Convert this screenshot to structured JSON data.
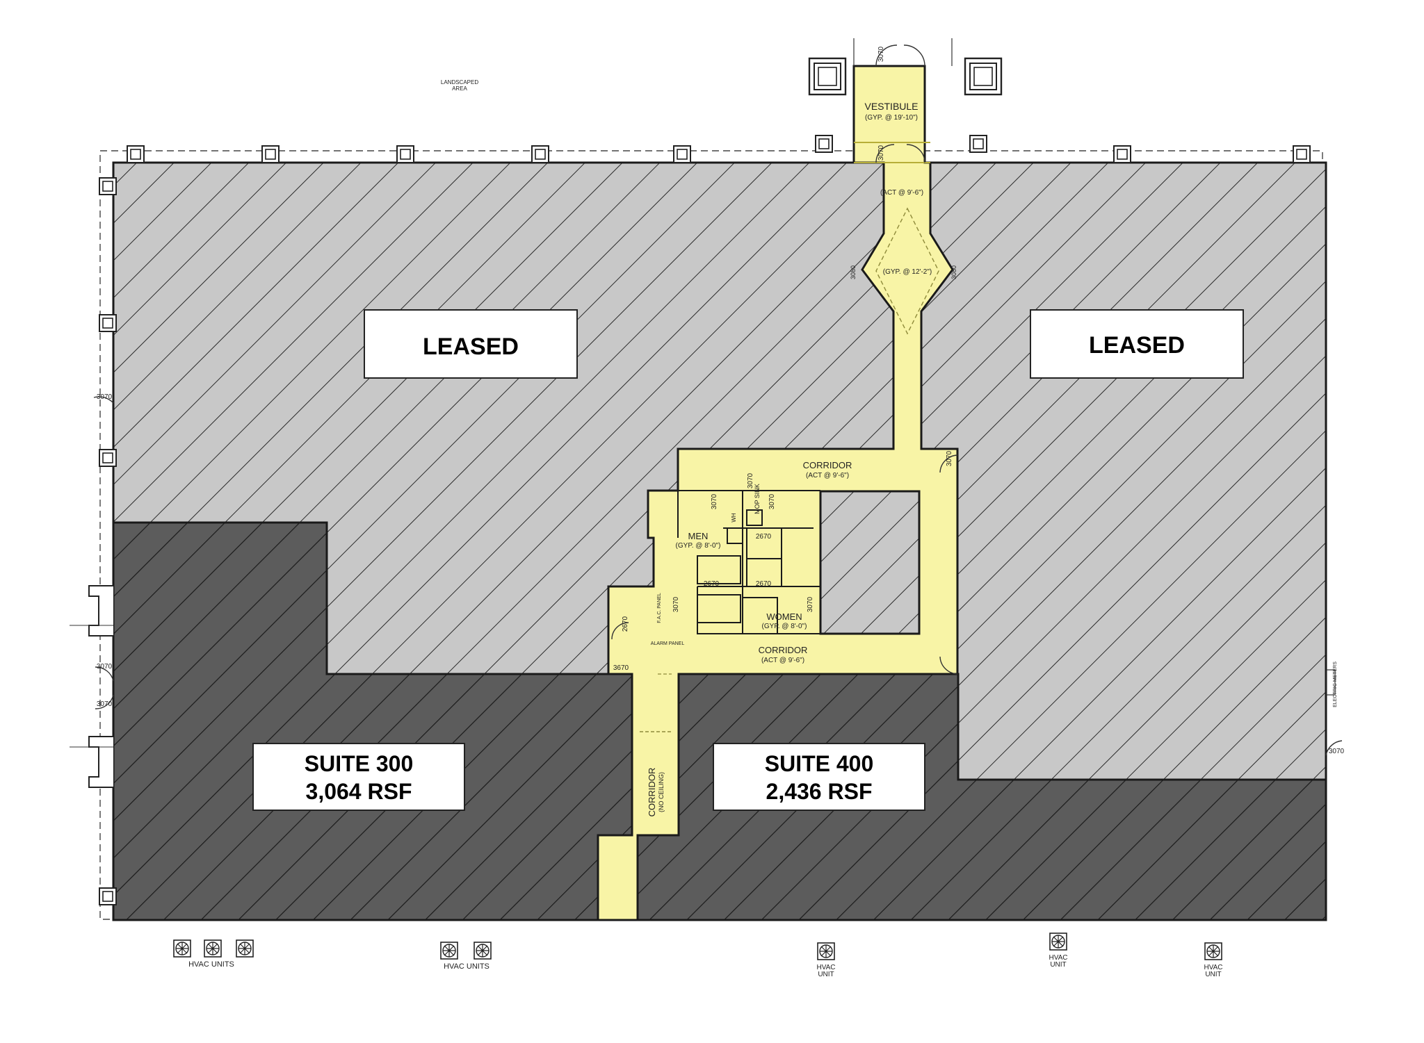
{
  "colors": {
    "leased_fill": "#c8c8c8",
    "suite_fill": "#5c5c5c",
    "common_fill": "#f8f4a6",
    "common_stroke": "#b7ae38",
    "wall": "#1a1a1a",
    "label_box": "#ffffff"
  },
  "site": {
    "landscaped_line1": "LANDSCAPED",
    "landscaped_line2": "AREA"
  },
  "spaces": {
    "leased_left": {
      "label": "LEASED",
      "status": "leased"
    },
    "leased_right": {
      "label": "LEASED",
      "status": "leased"
    },
    "suite_300": {
      "name": "SUITE 300",
      "area": "3,064 RSF",
      "status": "available"
    },
    "suite_400": {
      "name": "SUITE 400",
      "area": "2,436 RSF",
      "status": "available"
    }
  },
  "rooms": {
    "vestibule": {
      "name": "VESTIBULE",
      "ceiling": "(GYP. @ 19'-10\")"
    },
    "entry_act": "(ACT @ 9'-6\")",
    "entry_gyp": "(GYP. @ 12'-2\")",
    "corridor_upper": {
      "name": "CORRIDOR",
      "ceiling": "(ACT @ 9'-6\")"
    },
    "corridor_lower": {
      "name": "CORRIDOR",
      "ceiling": "(ACT @ 9'-6\")"
    },
    "corridor_vertical": {
      "name": "CORRIDOR",
      "ceiling": "(NO CEILING)"
    },
    "men": {
      "name": "MEN",
      "ceiling": "(GYP. @ 8'-0\")"
    },
    "women": {
      "name": "WOMEN",
      "ceiling": "(GYP. @ 8'-0\")"
    },
    "mop_sink": "MOP SINK",
    "wh": "WH",
    "fire_panel": "F.A.C. PANEL",
    "alarm_panel": "ALARM PANEL",
    "electric_meters": "ELECTRIC METERS"
  },
  "doors": {
    "d3070": "3070",
    "d2670": "2670",
    "d3670": "3670",
    "d3080": "3080"
  },
  "hvac": {
    "units": "HVAC UNITS",
    "unit_line1": "HVAC",
    "unit_line2": "UNIT"
  }
}
